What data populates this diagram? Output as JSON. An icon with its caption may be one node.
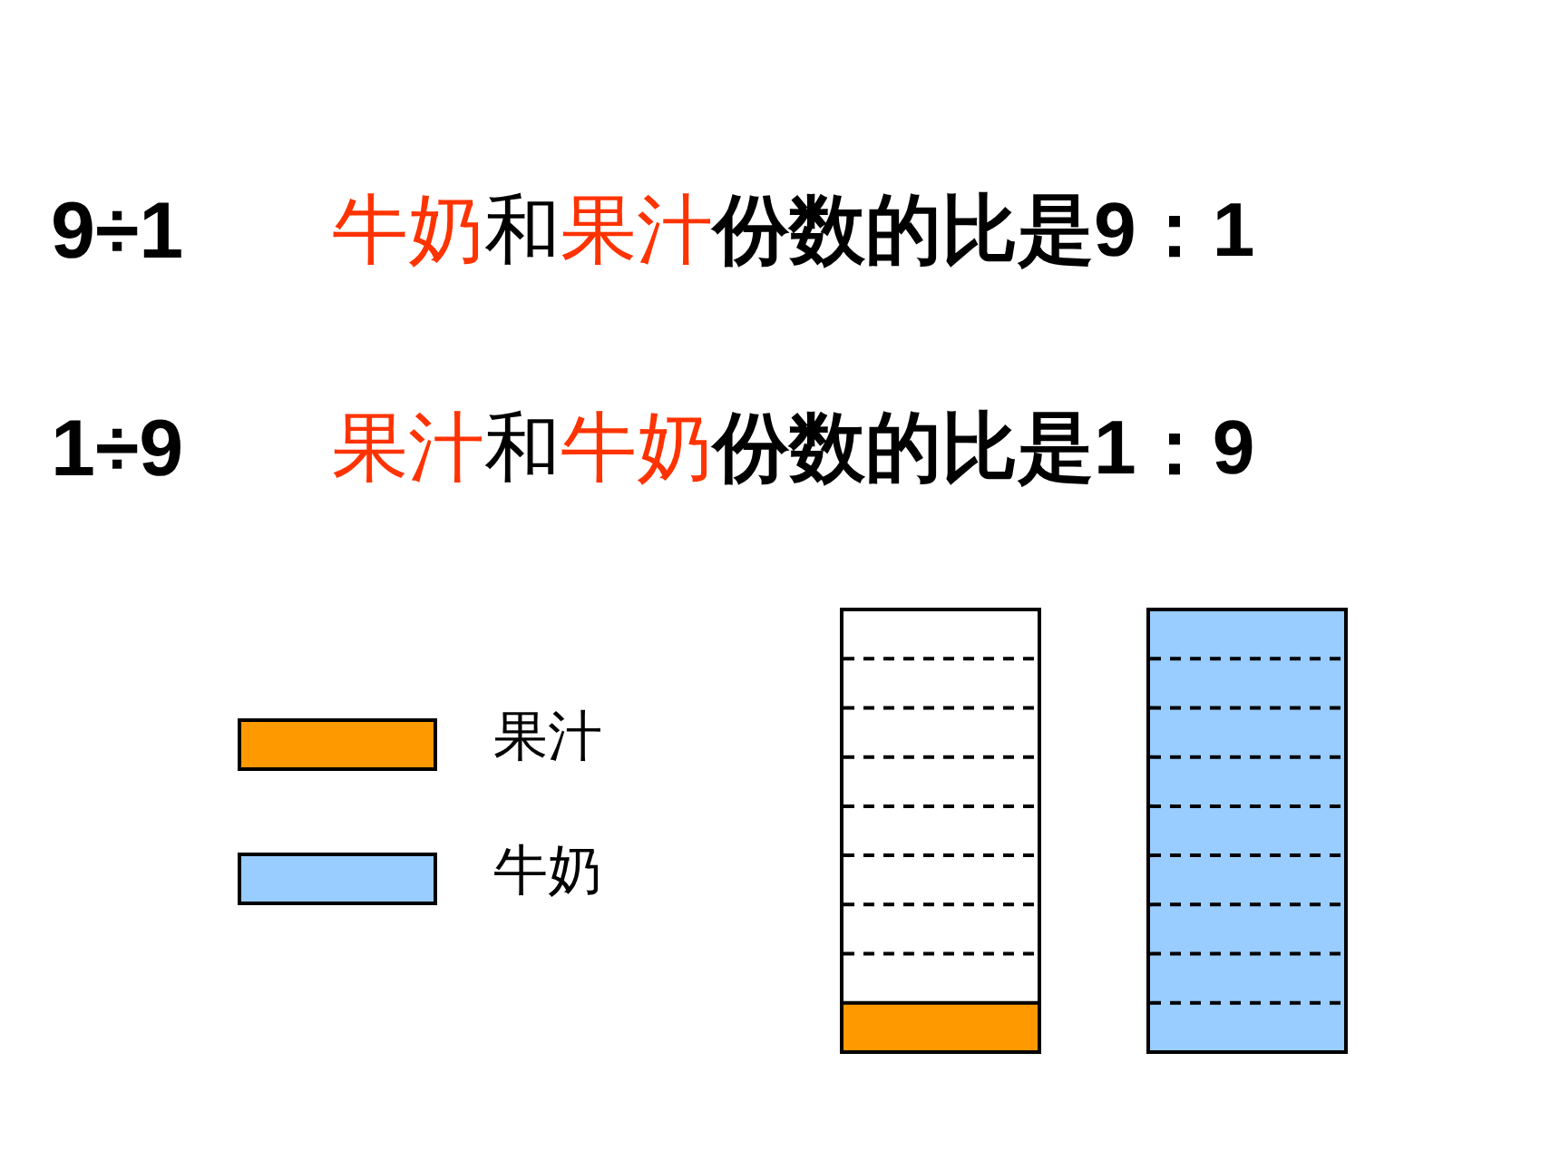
{
  "diagram": {
    "nodes": [
      {
        "text": [],
        "shape": "box"
      },
      {
        "text": [],
        "shape": "box"
      }
    ],
    "edges": [],
    "labels": [
      "9÷1",
      "牛奶",
      "和",
      "果汁",
      "份数的比是9：1",
      "1÷9",
      "果汁",
      "和",
      "牛奶",
      "份数的比是1：9"
    ],
    "legend": [
      {
        "text": "果汁",
        "color": "#ff9900"
      },
      {
        "text": "牛奶",
        "color": "#99ccff"
      }
    ]
  }
}
